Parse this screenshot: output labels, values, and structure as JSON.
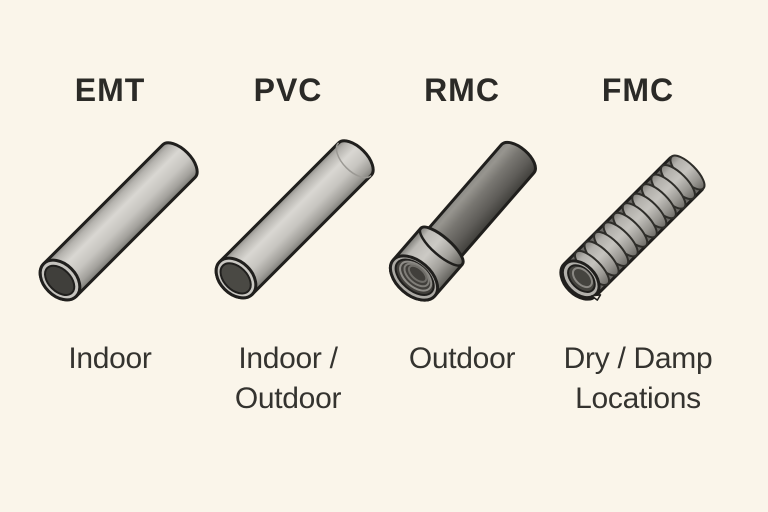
{
  "infographic": {
    "background_color": "#faf5ea",
    "heading_color": "#2b2a27",
    "label_color": "#34332f",
    "outline_color": "#201f1d",
    "light_pipe_color": "#c9c7c2",
    "dark_pipe_color": "#6f6e6a",
    "coupling_color": "#b5b3ae",
    "corrugated_pipe_color": "#aaa8a3"
  },
  "columns": [
    {
      "abbr": "EMT",
      "label_line1": "Indoor",
      "label_line2": "",
      "pipe_style": "smooth-light-gray-tube-open-end"
    },
    {
      "abbr": "PVC",
      "label_line1": "Indoor /",
      "label_line2": "Outdoor",
      "pipe_style": "smooth-light-gray-tube-open-end"
    },
    {
      "abbr": "RMC",
      "label_line1": "Outdoor",
      "label_line2": "",
      "pipe_style": "dark-gray-tube-threaded-coupling"
    },
    {
      "abbr": "FMC",
      "label_line1": "Dry / Damp",
      "label_line2": "Locations",
      "pipe_style": "corrugated-flexible-metal-tube"
    }
  ]
}
